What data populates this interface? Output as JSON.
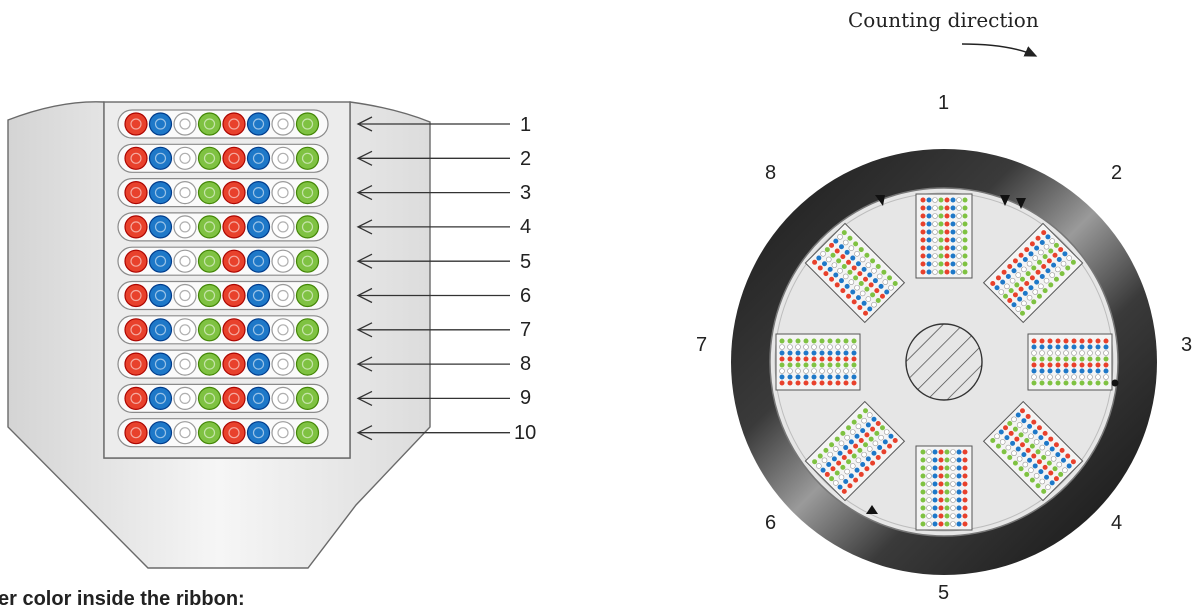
{
  "caption": "er color inside the ribbon:",
  "direction_label": "Counting direction",
  "colors": {
    "red": "#e8412c",
    "blue": "#1e78c8",
    "white": "#ffffff",
    "green": "#7fc242",
    "outer_ring": "#2a2a2a",
    "panel": "#e6e6e6",
    "ribbon_bg": "#f2f2f2"
  },
  "fiber_sequence": [
    "red",
    "blue",
    "white",
    "green",
    "red",
    "blue",
    "white",
    "green"
  ],
  "ribbon_labels": [
    "1",
    "2",
    "3",
    "4",
    "5",
    "6",
    "7",
    "8",
    "9",
    "10"
  ],
  "cable_position_labels": [
    "1",
    "2",
    "3",
    "4",
    "5",
    "6",
    "7",
    "8"
  ]
}
